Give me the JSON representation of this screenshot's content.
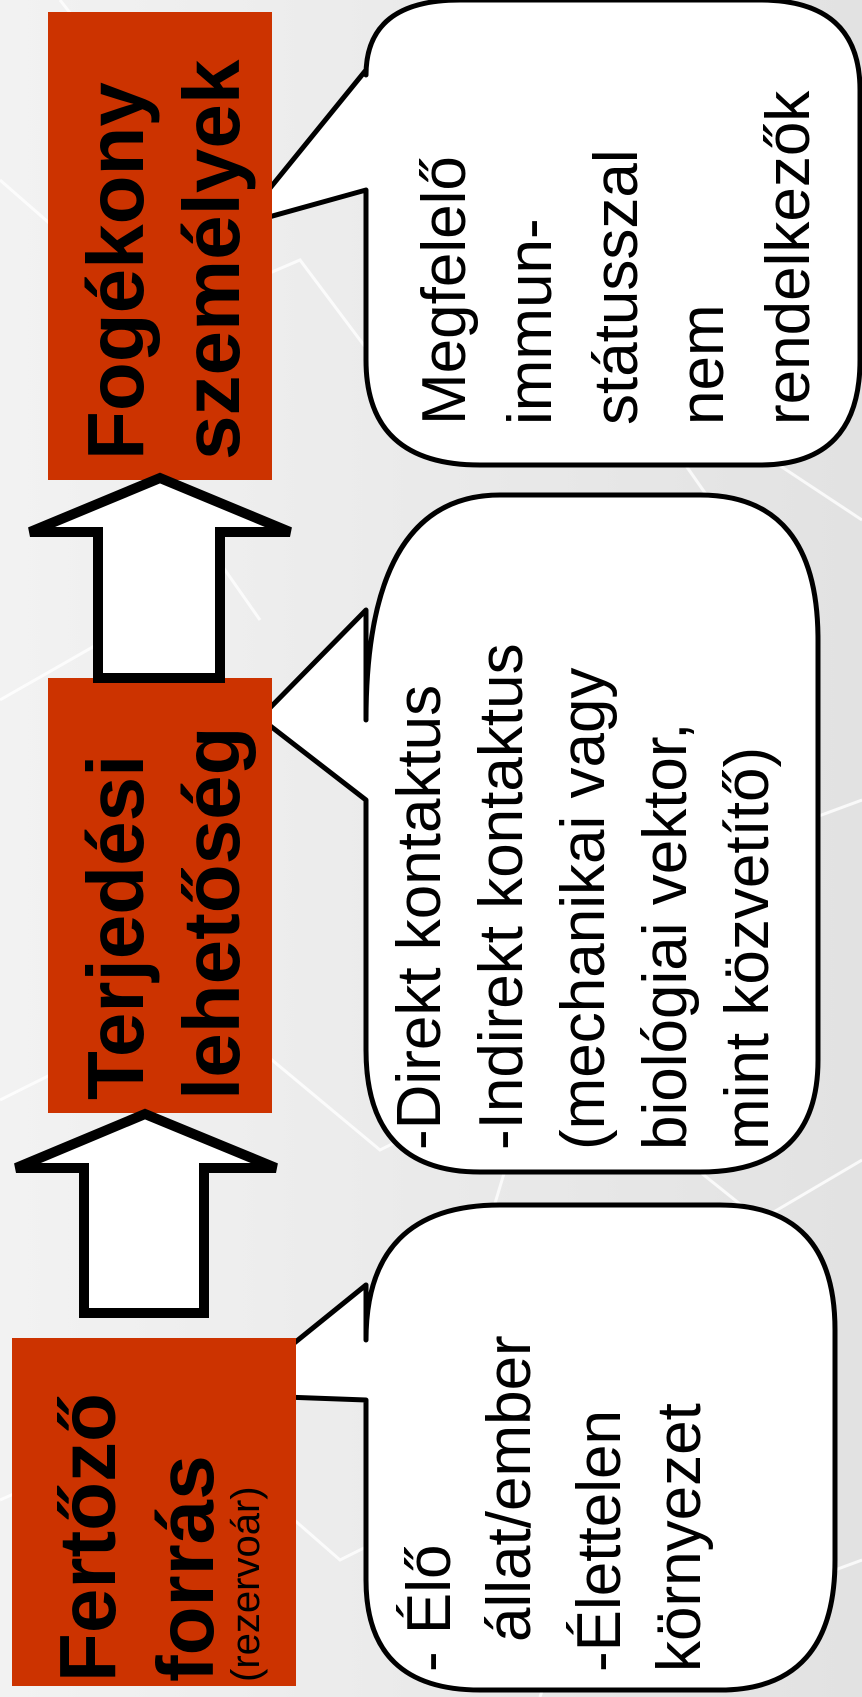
{
  "colors": {
    "box_fill": "#cc3300",
    "background": "#ededed",
    "outline": "#000000",
    "bubble_fill": "#ffffff"
  },
  "source": {
    "title_line1": "Fertőző",
    "title_line2": "forrás",
    "subtitle": "(rezervoár)",
    "bubble": [
      "- Élő",
      "  állat/ember",
      "-Élettelen",
      "környezet"
    ]
  },
  "transmission": {
    "title_line1": "Terjedési",
    "title_line2": "lehetőség",
    "bubble": [
      "-Direkt kontaktus",
      "-Indirekt kontaktus",
      "  (mechanikai vagy",
      "biológiai vektor,",
      "mint közvetítő)"
    ]
  },
  "susceptible": {
    "title_line1": "Fogékony",
    "title_line2": "személyek",
    "bubble": [
      "Megfelelő",
      "immun-",
      "státusszal",
      "nem",
      "rendelkezők"
    ]
  },
  "icons": {
    "arrow": "block-arrow-up-icon"
  }
}
